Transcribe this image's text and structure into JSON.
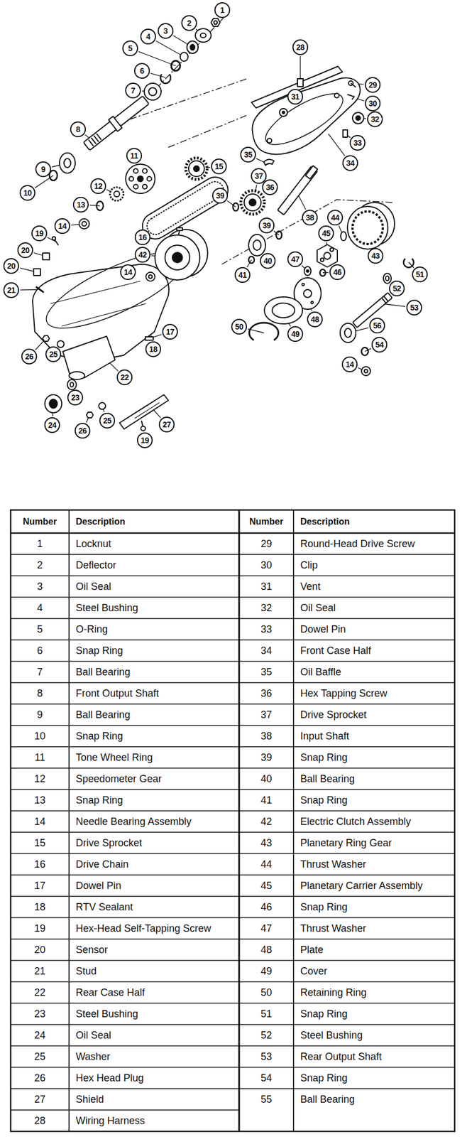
{
  "diagram": {
    "labels": [
      "1",
      "2",
      "3",
      "4",
      "5",
      "6",
      "7",
      "28",
      "29",
      "31",
      "30",
      "32",
      "8",
      "33",
      "35",
      "11",
      "34",
      "9",
      "15",
      "37",
      "36",
      "12",
      "10",
      "39",
      "13",
      "38",
      "44",
      "14",
      "19",
      "45",
      "16",
      "20",
      "42",
      "39",
      "40",
      "47",
      "43",
      "20",
      "41",
      "14",
      "51",
      "46",
      "21",
      "52",
      "53",
      "48",
      "56",
      "50",
      "17",
      "49",
      "54",
      "18",
      "25",
      "26",
      "14",
      "22",
      "23",
      "24",
      "25",
      "26",
      "27",
      "19",
      "Number",
      "Description",
      "Number",
      "Description",
      "1",
      "Locknut",
      "29",
      "Round-Head Drive Screw",
      "2",
      "Deflector",
      "30",
      "Clip",
      "3",
      "Oil Seal",
      "31",
      "Vent",
      "4",
      "Steel Bushing",
      "32",
      "Oil Seal",
      "5",
      "O-Ring",
      "33",
      "Dowel Pin",
      "6",
      "Snap Ring",
      "34",
      "Front Case Half",
      "7",
      "Ball Bearing",
      "35",
      "Oil Baffle",
      "8",
      "Front Output Shaft",
      "36",
      "Hex Tapping Screw",
      "9",
      "Ball Bearing",
      "37",
      "Drive Sprocket",
      "10",
      "Snap Ring",
      "38",
      "Input Shaft",
      "11",
      "Tone Wheel Ring",
      "39",
      "Snap Ring",
      "12",
      "Speedometer Gear",
      "40",
      "Ball Bearing",
      "13",
      "Snap Ring",
      "41",
      "Snap Ring",
      "14",
      "Needle Bearing Assembly",
      "42",
      "Electric Clutch Assembly",
      "15",
      "Drive Sprocket",
      "43",
      "Planetary Ring Gear",
      "16",
      "Drive Chain",
      "44",
      "Thrust Washer",
      "17",
      "Dowel Pin",
      "45",
      "Planetary Carrier Assembly",
      "18",
      "RTV Sealant",
      "46",
      "Snap Ring",
      "19",
      "Hex-Head Self-Tapping Screw",
      "47",
      "Thrust Washer",
      "20",
      "Sensor",
      "48",
      "Plate",
      "21",
      "Stud",
      "49",
      "Cover",
      "22",
      "Rear Case Half",
      "50",
      "Retaining Ring",
      "23",
      "Steel Bushing",
      "51",
      "Snap Ring",
      "24",
      "Oil Seal",
      "52",
      "Steel Bushing",
      "25",
      "Washer",
      "53",
      "Rear Output Shaft",
      "26",
      "Hex Head Plug",
      "54",
      "Snap Ring",
      "27",
      "Shield",
      "55",
      "Ball Bearing",
      "28",
      "Wiring Harness"
    ]
  }
}
